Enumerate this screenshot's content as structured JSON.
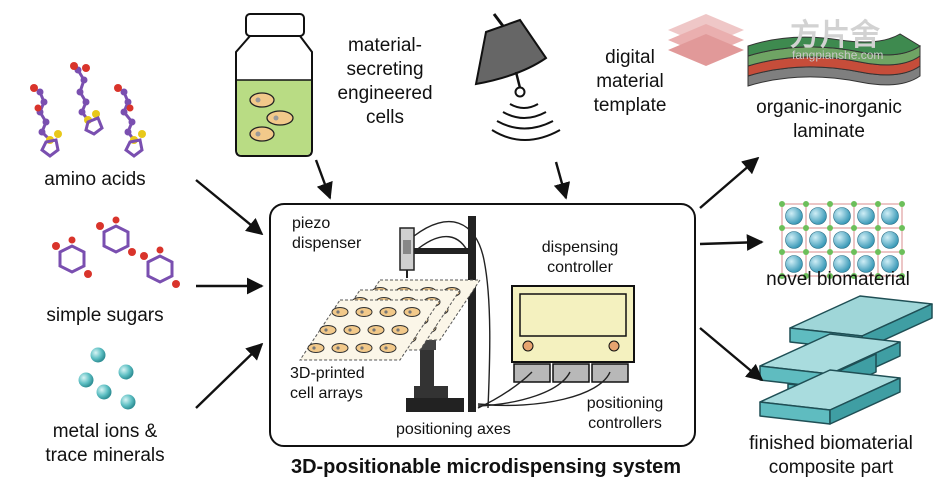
{
  "inputs": {
    "amino_acids": "amino acids",
    "simple_sugars": "simple sugars",
    "metal_ions": "metal ions &\ntrace minerals"
  },
  "top": {
    "cells": "material-\nsecreting\nengineered\ncells",
    "template": "digital\nmaterial\ntemplate"
  },
  "system": {
    "title": "3D-positionable microdispensing system",
    "piezo": "piezo\ndispenser",
    "dispensing_controller": "dispensing\ncontroller",
    "cell_arrays": "3D-printed\ncell arrays",
    "positioning_axes": "positioning axes",
    "positioning_controllers": "positioning\ncontrollers"
  },
  "outputs": {
    "laminate": "organic-inorganic\nlaminate",
    "biomaterial": "novel biomaterial",
    "composite": "finished biomaterial\ncomposite part"
  },
  "watermark": {
    "cn": "方片舍",
    "url": "fangpianshe.com"
  },
  "colors": {
    "purple": "#7a4fb0",
    "yellow": "#e8c81a",
    "red": "#d9342b",
    "teal": "#4fb3b8",
    "green_liquid": "#b9dc84"
  }
}
